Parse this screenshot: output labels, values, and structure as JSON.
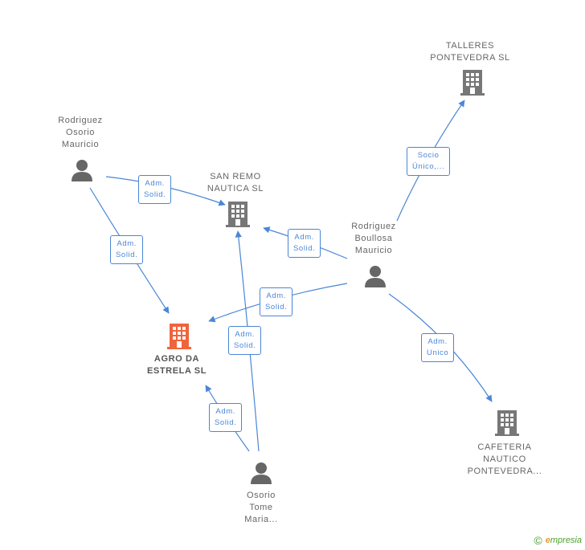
{
  "nodes": {
    "talleres": {
      "lines": [
        "TALLERES",
        "PONTEVEDRA SL"
      ],
      "type": "company"
    },
    "rodriguez_osorio": {
      "lines": [
        "Rodriguez",
        "Osorio",
        "Mauricio"
      ],
      "type": "person"
    },
    "san_remo": {
      "lines": [
        "SAN REMO",
        "NAUTICA SL"
      ],
      "type": "company"
    },
    "rodriguez_boullosa": {
      "lines": [
        "Rodriguez",
        "Boullosa",
        "Mauricio"
      ],
      "type": "person"
    },
    "agro": {
      "lines": [
        "AGRO DA",
        "ESTRELA SL"
      ],
      "type": "company-main"
    },
    "cafeteria": {
      "lines": [
        "CAFETERIA",
        "NAUTICO",
        "PONTEVEDRA..."
      ],
      "type": "company"
    },
    "osorio_tome": {
      "lines": [
        "Osorio",
        "Tome",
        "Maria..."
      ],
      "type": "person"
    }
  },
  "edges": {
    "osorio_to_sanremo": [
      "Adm.",
      "Solid."
    ],
    "osorio_to_agro": [
      "Adm.",
      "Solid."
    ],
    "boullosa_to_talleres": [
      "Socio",
      "Único,..."
    ],
    "boullosa_to_sanremo": [
      "Adm.",
      "Solid."
    ],
    "boullosa_to_agro": [
      "Adm.",
      "Solid."
    ],
    "boullosa_to_cafeteria": [
      "Adm.",
      "Unico"
    ],
    "tome_to_sanremo": [
      "Adm.",
      "Solid."
    ],
    "tome_to_agro": [
      "Adm.",
      "Solid."
    ]
  },
  "colors": {
    "edge": "#4a86d6",
    "company_icon": "#777777",
    "main_icon": "#f0643c",
    "person_icon": "#666666"
  },
  "footer": {
    "copyright": "©",
    "brand_e": "e",
    "brand": "mpresia"
  }
}
